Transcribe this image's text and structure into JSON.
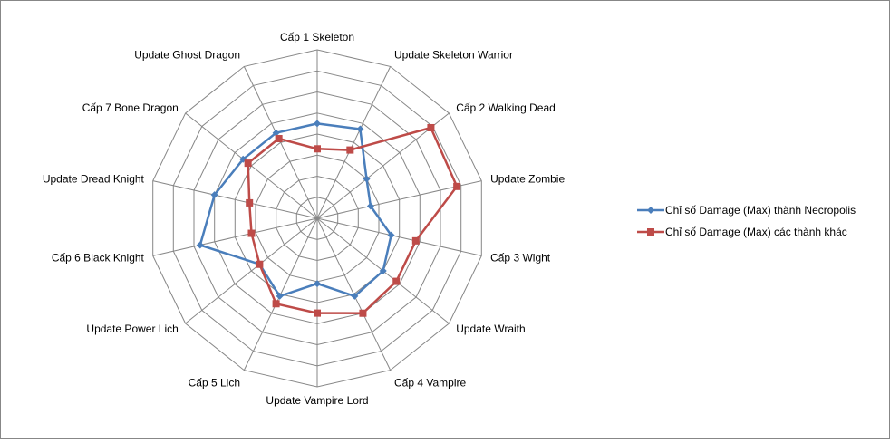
{
  "chart_data": {
    "type": "radar",
    "categories": [
      "Cấp 1 Skeleton",
      "Update Skeleton Warrior",
      "Cấp 2 Walking Dead",
      "Update Zombie",
      "Cấp 3 Wight",
      "Update Wraith",
      "Cấp 4 Vampire",
      "Update Vampire Lord",
      "Cấp 5 Lich",
      "Update Power Lich",
      "Cấp 6 Black Knight",
      "Update Dread Knight",
      "Cấp 7 Bone Dragon",
      "Update Ghost Dragon"
    ],
    "rmax": 8,
    "grid_rings": 8,
    "grid": true,
    "legend_position": "right",
    "series": [
      {
        "name": "Chỉ số Damage (Max) thành Necropolis",
        "color": "#4A7EBB",
        "marker": "diamond",
        "values": [
          4.5,
          4.7,
          3.0,
          2.6,
          3.6,
          4.0,
          4.1,
          3.1,
          4.1,
          3.5,
          5.7,
          5.0,
          4.5,
          4.5
        ]
      },
      {
        "name": "Chỉ số Damage (Max) các thành khác",
        "color": "#BE4B48",
        "marker": "square",
        "values": [
          3.3,
          3.6,
          6.9,
          6.8,
          4.8,
          4.8,
          5.0,
          4.5,
          4.5,
          3.5,
          3.2,
          3.3,
          4.2,
          4.2
        ]
      }
    ]
  }
}
